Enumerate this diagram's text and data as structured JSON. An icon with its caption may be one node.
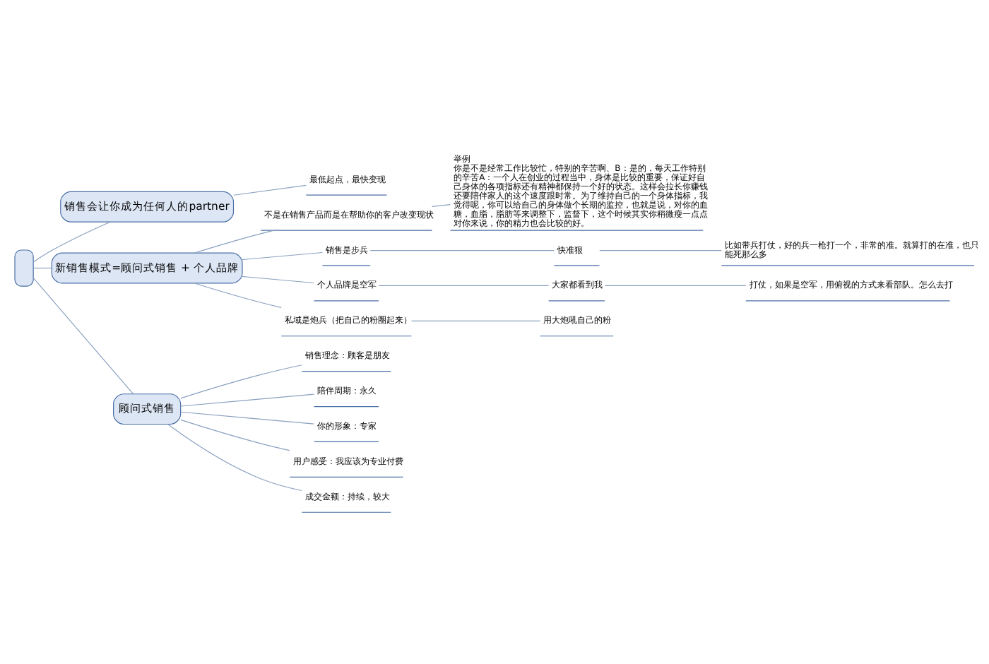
{
  "diagram": {
    "nodes": [
      {
        "text": [],
        "shape": "box"
      },
      {
        "text": [
          "销售会让你成为任何人的partner"
        ]
      },
      {
        "text": [
          "最低起点，最快变现"
        ]
      },
      {
        "text": [
          "新销售模式=顾问式销售 + 个人品牌"
        ]
      },
      {
        "text": [
          "不是在销售产品而是在帮助你的客户改变现状"
        ]
      },
      {
        "text": [
          "举例",
          "你是不是经常工作比较忙，特别的辛苦啊、B：是的，每天工作特别的辛苦A：一个人在创业的过程当中，身体是比较的重要，保证好自己身体的各项指标还有精神都保持一个好的状态。这样会拉长你赚钱还要陪伴家人的这个速度跟时常。为了维持自己的一个身体指标，我觉得呢，你可以给自己的身体做个长期的监控，也就是说，对你的血糖，血脂，脂肪等来调整下，监督下，这个时候其实你稍微瘦一点点对你来说，你的精力也会比较的好。"
        ]
      },
      {
        "text": [
          "销售是步兵"
        ]
      },
      {
        "text": [
          "快准狠"
        ]
      },
      {
        "text": [
          "比如带兵打仗，好的兵一枪打一个，非常的准。就算打的在准，也只能死那么多"
        ]
      },
      {
        "text": [
          "个人品牌是空军"
        ]
      },
      {
        "text": [
          "大家都看到我"
        ]
      },
      {
        "text": [
          "打仗，如果是空军，用俯视的方式来看部队。怎么去打"
        ]
      },
      {
        "text": [
          "私域是炮兵（把自己的粉圈起来）"
        ]
      },
      {
        "text": [
          "用大炮吼自己的粉"
        ]
      },
      {
        "text": [
          "顾问式销售"
        ]
      },
      {
        "text": [
          "销售理念：顾客是朋友"
        ]
      },
      {
        "text": [
          "陪伴周期：永久"
        ]
      },
      {
        "text": [
          "你的形象：专家"
        ]
      },
      {
        "text": [
          "用户感受：我应该为专业付费"
        ]
      },
      {
        "text": [
          "成交金额：持续，较大"
        ]
      }
    ],
    "edges": [
      {
        "from": 0,
        "to": 1,
        "arrow": "none"
      },
      {
        "from": 0,
        "to": 3,
        "arrow": "none"
      },
      {
        "from": 0,
        "to": 14,
        "arrow": "none"
      },
      {
        "from": 1,
        "to": 2,
        "arrow": "none"
      },
      {
        "from": 3,
        "to": 4,
        "arrow": "none"
      },
      {
        "from": 4,
        "to": 5,
        "arrow": "none"
      },
      {
        "from": 3,
        "to": 6,
        "arrow": "none"
      },
      {
        "from": 6,
        "to": 7,
        "arrow": "none"
      },
      {
        "from": 7,
        "to": 8,
        "arrow": "none"
      },
      {
        "from": 3,
        "to": 9,
        "arrow": "none"
      },
      {
        "from": 9,
        "to": 10,
        "arrow": "none"
      },
      {
        "from": 10,
        "to": 11,
        "arrow": "none"
      },
      {
        "from": 3,
        "to": 12,
        "arrow": "none"
      },
      {
        "from": 12,
        "to": 13,
        "arrow": "none"
      },
      {
        "from": 14,
        "to": 15,
        "arrow": "none"
      },
      {
        "from": 14,
        "to": 16,
        "arrow": "none"
      },
      {
        "from": 14,
        "to": 17,
        "arrow": "none"
      },
      {
        "from": 14,
        "to": 18,
        "arrow": "none"
      },
      {
        "from": 14,
        "to": 19,
        "arrow": "none"
      }
    ]
  }
}
